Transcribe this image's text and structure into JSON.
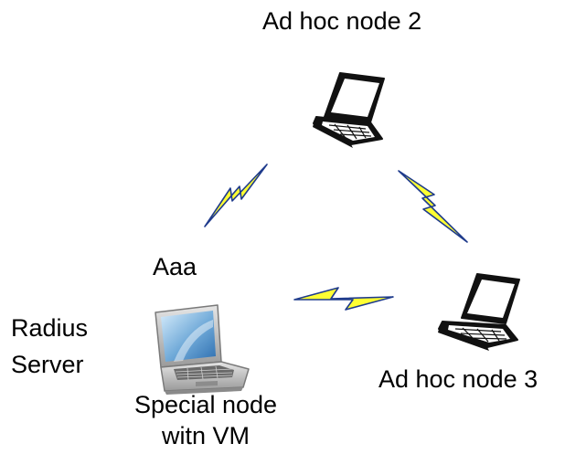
{
  "labels": {
    "node2": "Ad hoc node 2",
    "node3": "Ad hoc node 3",
    "aaa": "Aaa",
    "radius_line1": "Radius",
    "radius_line2": "Server",
    "special_line1": "Special node",
    "special_line2": "witn VM"
  },
  "colors": {
    "bolt_fill": "#ffff33",
    "bolt_stroke": "#1f3b8c",
    "laptop_dark": "#111111",
    "laptop_silver": "#b8b8b8",
    "screen_blue": "#6fa9d8"
  },
  "icons": {
    "laptop_top": "laptop-icon",
    "laptop_right": "laptop-icon",
    "laptop_special": "laptop-silver-icon",
    "bolt": "lightning-bolt-icon"
  }
}
